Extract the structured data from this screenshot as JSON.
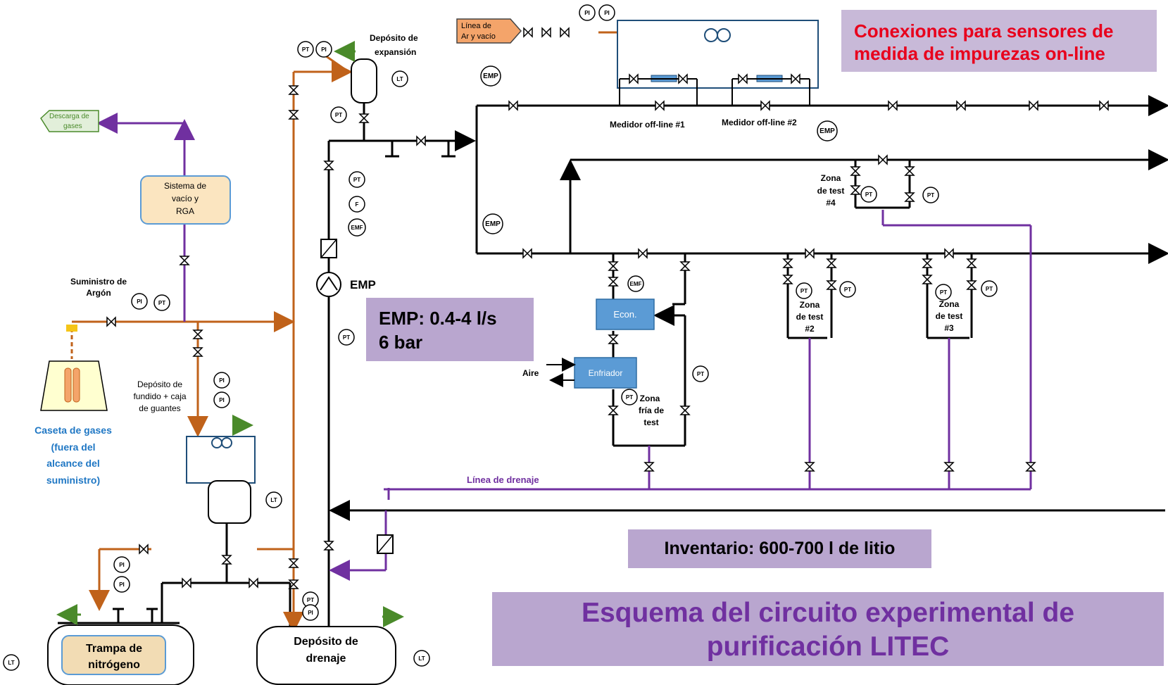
{
  "title_line1": "Esquema del circuito experimental de",
  "title_line2": "purificación LITEC",
  "sensors_note": "Conexiones para sensores de\nmedida de impurezas on-line",
  "emp_note": "EMP: 0.4-4 l/s\n6 bar",
  "inventory_note": "Inventario: 600-700 l de litio",
  "labels": {
    "ar_vacuum_line_1": "Línea de",
    "ar_vacuum_line_2": "Ar y vacío",
    "expansion_tank_1": "Depósito de",
    "expansion_tank_2": "expansión",
    "gas_discharge_1": "Descarga de",
    "gas_discharge_2": "gases",
    "vacuum_system_1": "Sistema de",
    "vacuum_system_2": "vacío y",
    "vacuum_system_3": "RGA",
    "argon_supply_1": "Suministro de",
    "argon_supply_2": "Argón",
    "gas_house_1": "Caseta de gases",
    "gas_house_2": "(fuera del",
    "gas_house_3": "alcance del",
    "gas_house_4": "suministro)",
    "melt_tank_1": "Depósito de",
    "melt_tank_2": "fundido + caja",
    "melt_tank_3": "de guantes",
    "nitrogen_trap_1": "Trampa de",
    "nitrogen_trap_2": "nitrógeno",
    "drain_tank_1": "Depósito de",
    "drain_tank_2": "drenaje",
    "offline_meter_1": "Medidor off-line #1",
    "offline_meter_2": "Medidor off-line #2",
    "test_zone_4_1": "Zona",
    "test_zone_4_2": "de test",
    "test_zone_4_3": "#4",
    "test_zone_2_1": "Zona",
    "test_zone_2_2": "de test",
    "test_zone_2_3": "#2",
    "test_zone_3_1": "Zona",
    "test_zone_3_2": "de test",
    "test_zone_3_3": "#3",
    "cold_zone_1": "Zona",
    "cold_zone_2": "fría de",
    "cold_zone_3": "test",
    "economizer": "Econ.",
    "cooler": "Enfriador",
    "air": "Aire",
    "emp_pump": "EMP",
    "drain_line": "Línea de drenaje"
  },
  "instrument_tags": {
    "pt": "PT",
    "pi": "PI",
    "lt": "LT",
    "f": "F",
    "emf": "EMF",
    "emp": "EMP",
    "pl": "PI"
  },
  "colors": {
    "argon_line": "#c0621a",
    "vacuum_line": "#7030a0",
    "lithium_line": "#000000",
    "vent_arrow": "#4a8a2a",
    "equipment_blue": "#5b9bd5",
    "tan_box": "#fbe5c0",
    "gas_house_text": "#1f77c4",
    "sensor_text": "#e8001c"
  }
}
